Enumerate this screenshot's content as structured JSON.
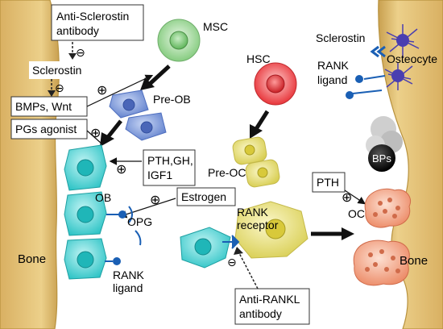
{
  "labels": {
    "anti_sclerostin_line1": "Anti-Sclerostin",
    "anti_sclerostin_line2": "antibody",
    "sclerostin_left": "Sclerostin",
    "bmps_wnt": "BMPs, Wnt",
    "pgs_agonist": "PGs agonist",
    "msc": "MSC",
    "pre_ob": "Pre-OB",
    "hsc": "HSC",
    "pre_oc": "Pre-OC",
    "pth_gh_line1": "PTH,GH,",
    "pth_gh_line2": "IGF1",
    "ob": "OB",
    "estrogen": "Estrogen",
    "opg": "OPG",
    "rank_receptor_line1": "RANK",
    "rank_receptor_line2": "receptor",
    "rank_ligand_left_line1": "RANK",
    "rank_ligand_left_line2": "ligand",
    "anti_rankl_line1": "Anti-RANKL",
    "anti_rankl_line2": "antibody",
    "bone_left": "Bone",
    "sclerostin_right": "Sclerostin",
    "osteocyte": "Osteocyte",
    "rank_ligand_right_line1": "RANK",
    "rank_ligand_right_line2": "ligand",
    "bps": "BPs",
    "pth_right": "PTH",
    "oc": "OC",
    "bone_right": "Bone"
  },
  "symbols": {
    "plus": "⊕",
    "minus": "⊖"
  },
  "colors": {
    "bone": "#e8c77a",
    "bone_edge": "#b8923e",
    "msc": "#8fd48a",
    "pre_ob": "#6f8fd8",
    "hsc": "#e8353a",
    "pre_oc": "#e6df78",
    "ob": "#35d0d0",
    "oc": "#f0987a",
    "osteocyte": "#4a3fb0",
    "receptor": "#1a5fb4",
    "bps": "#000000"
  }
}
